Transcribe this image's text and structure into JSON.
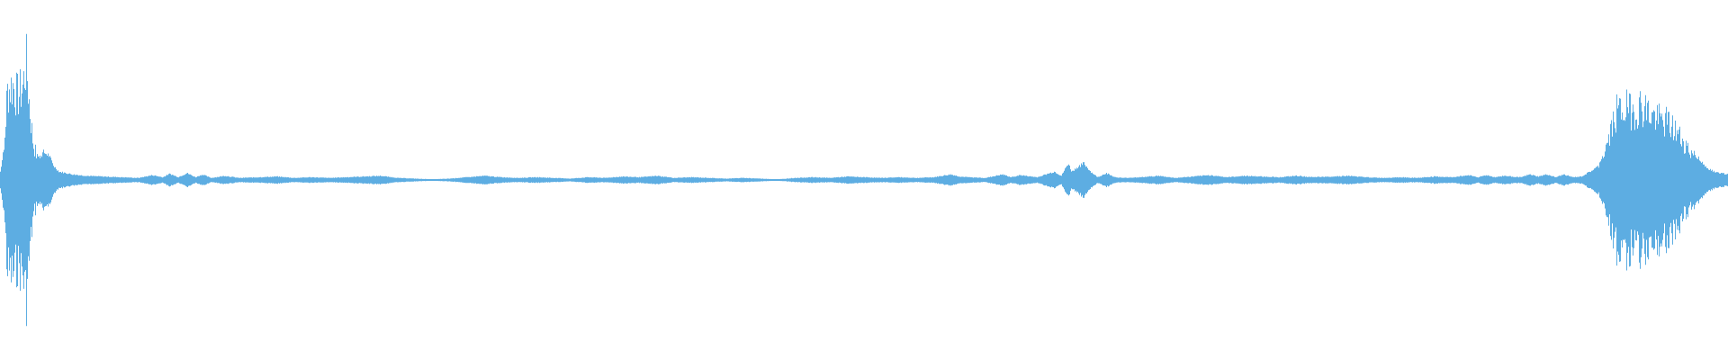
{
  "waveform": {
    "color": "#5dade2",
    "background": "#ffffff",
    "duration_fraction_points": [
      0.0,
      1.0
    ],
    "envelope": [
      [
        0.0,
        0.06
      ],
      [
        0.002,
        0.22
      ],
      [
        0.004,
        0.74
      ],
      [
        0.007,
        0.8
      ],
      [
        0.01,
        0.7
      ],
      [
        0.013,
        0.78
      ],
      [
        0.015,
        0.98
      ],
      [
        0.017,
        0.6
      ],
      [
        0.019,
        0.3
      ],
      [
        0.022,
        0.16
      ],
      [
        0.025,
        0.2
      ],
      [
        0.028,
        0.18
      ],
      [
        0.031,
        0.1
      ],
      [
        0.034,
        0.06
      ],
      [
        0.038,
        0.05
      ],
      [
        0.042,
        0.04
      ],
      [
        0.05,
        0.03
      ],
      [
        0.06,
        0.025
      ],
      [
        0.07,
        0.02
      ],
      [
        0.08,
        0.015
      ],
      [
        0.088,
        0.035
      ],
      [
        0.094,
        0.02
      ],
      [
        0.098,
        0.045
      ],
      [
        0.103,
        0.02
      ],
      [
        0.108,
        0.05
      ],
      [
        0.113,
        0.02
      ],
      [
        0.117,
        0.04
      ],
      [
        0.122,
        0.015
      ],
      [
        0.13,
        0.03
      ],
      [
        0.138,
        0.015
      ],
      [
        0.15,
        0.02
      ],
      [
        0.16,
        0.025
      ],
      [
        0.17,
        0.015
      ],
      [
        0.18,
        0.02
      ],
      [
        0.19,
        0.015
      ],
      [
        0.2,
        0.02
      ],
      [
        0.21,
        0.025
      ],
      [
        0.22,
        0.03
      ],
      [
        0.23,
        0.015
      ],
      [
        0.24,
        0.01
      ],
      [
        0.25,
        0.005
      ],
      [
        0.26,
        0.01
      ],
      [
        0.27,
        0.02
      ],
      [
        0.28,
        0.03
      ],
      [
        0.29,
        0.02
      ],
      [
        0.3,
        0.015
      ],
      [
        0.31,
        0.02
      ],
      [
        0.32,
        0.015
      ],
      [
        0.33,
        0.01
      ],
      [
        0.34,
        0.02
      ],
      [
        0.35,
        0.015
      ],
      [
        0.36,
        0.025
      ],
      [
        0.37,
        0.02
      ],
      [
        0.38,
        0.03
      ],
      [
        0.39,
        0.015
      ],
      [
        0.4,
        0.02
      ],
      [
        0.41,
        0.015
      ],
      [
        0.42,
        0.01
      ],
      [
        0.43,
        0.015
      ],
      [
        0.44,
        0.01
      ],
      [
        0.45,
        0.005
      ],
      [
        0.46,
        0.015
      ],
      [
        0.47,
        0.02
      ],
      [
        0.48,
        0.015
      ],
      [
        0.49,
        0.025
      ],
      [
        0.5,
        0.02
      ],
      [
        0.51,
        0.015
      ],
      [
        0.52,
        0.02
      ],
      [
        0.53,
        0.015
      ],
      [
        0.54,
        0.02
      ],
      [
        0.55,
        0.04
      ],
      [
        0.555,
        0.025
      ],
      [
        0.56,
        0.02
      ],
      [
        0.57,
        0.015
      ],
      [
        0.58,
        0.04
      ],
      [
        0.585,
        0.02
      ],
      [
        0.59,
        0.035
      ],
      [
        0.6,
        0.02
      ],
      [
        0.61,
        0.06
      ],
      [
        0.614,
        0.03
      ],
      [
        0.618,
        0.12
      ],
      [
        0.62,
        0.06
      ],
      [
        0.623,
        0.09
      ],
      [
        0.627,
        0.12
      ],
      [
        0.631,
        0.06
      ],
      [
        0.635,
        0.02
      ],
      [
        0.64,
        0.05
      ],
      [
        0.645,
        0.02
      ],
      [
        0.65,
        0.015
      ],
      [
        0.66,
        0.02
      ],
      [
        0.67,
        0.03
      ],
      [
        0.68,
        0.015
      ],
      [
        0.69,
        0.025
      ],
      [
        0.7,
        0.035
      ],
      [
        0.71,
        0.02
      ],
      [
        0.72,
        0.03
      ],
      [
        0.73,
        0.025
      ],
      [
        0.74,
        0.02
      ],
      [
        0.75,
        0.03
      ],
      [
        0.76,
        0.02
      ],
      [
        0.77,
        0.025
      ],
      [
        0.78,
        0.03
      ],
      [
        0.79,
        0.02
      ],
      [
        0.8,
        0.015
      ],
      [
        0.81,
        0.02
      ],
      [
        0.82,
        0.015
      ],
      [
        0.83,
        0.025
      ],
      [
        0.84,
        0.02
      ],
      [
        0.85,
        0.035
      ],
      [
        0.855,
        0.02
      ],
      [
        0.86,
        0.035
      ],
      [
        0.865,
        0.02
      ],
      [
        0.87,
        0.03
      ],
      [
        0.88,
        0.02
      ],
      [
        0.885,
        0.04
      ],
      [
        0.89,
        0.025
      ],
      [
        0.895,
        0.04
      ],
      [
        0.9,
        0.02
      ],
      [
        0.905,
        0.04
      ],
      [
        0.91,
        0.02
      ],
      [
        0.915,
        0.025
      ],
      [
        0.92,
        0.06
      ],
      [
        0.925,
        0.1
      ],
      [
        0.93,
        0.3
      ],
      [
        0.935,
        0.56
      ],
      [
        0.94,
        0.6
      ],
      [
        0.945,
        0.58
      ],
      [
        0.95,
        0.62
      ],
      [
        0.955,
        0.55
      ],
      [
        0.96,
        0.5
      ],
      [
        0.965,
        0.48
      ],
      [
        0.97,
        0.4
      ],
      [
        0.975,
        0.3
      ],
      [
        0.98,
        0.2
      ],
      [
        0.985,
        0.12
      ],
      [
        0.99,
        0.07
      ],
      [
        0.995,
        0.05
      ],
      [
        1.0,
        0.04
      ]
    ]
  }
}
